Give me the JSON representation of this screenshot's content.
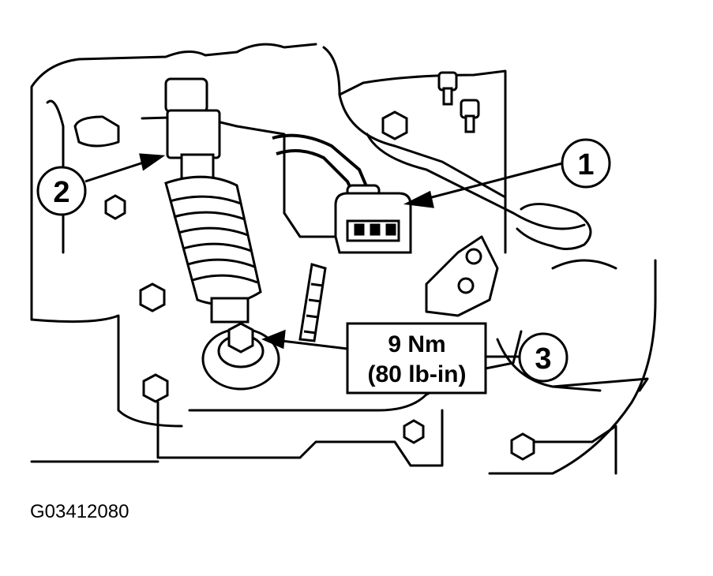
{
  "callouts": [
    {
      "number": "1"
    },
    {
      "number": "2"
    },
    {
      "number": "3"
    }
  ],
  "torque_spec": {
    "line1": "9 Nm",
    "line2": "(80 lb-in)"
  },
  "figure_id": "G03412080",
  "colors": {
    "ink": "#000000",
    "background": "#ffffff"
  }
}
